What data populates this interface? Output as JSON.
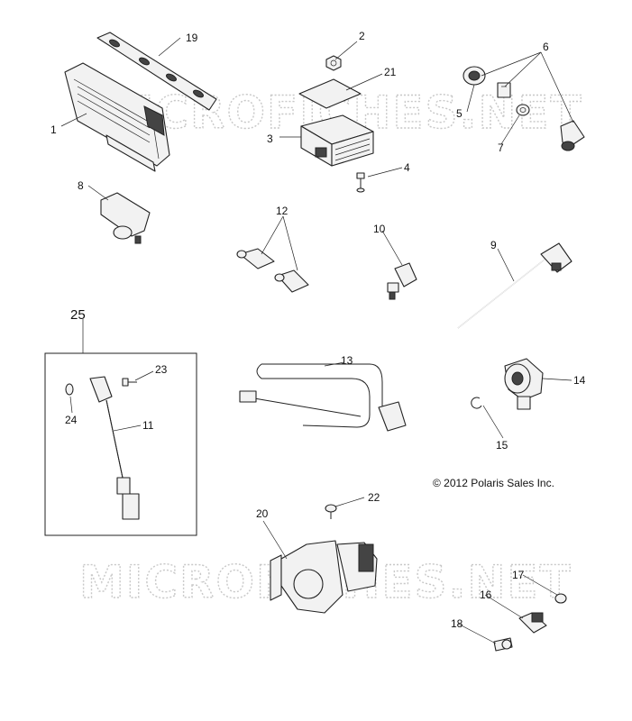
{
  "watermark": "MICROFICHES.NET",
  "copyright": "© 2012 Polaris Sales Inc.",
  "callouts": {
    "c1": "1",
    "c2": "2",
    "c3": "3",
    "c4": "4",
    "c5": "5",
    "c6": "6",
    "c7": "7",
    "c8": "8",
    "c9": "9",
    "c10": "10",
    "c11": "11",
    "c12": "12",
    "c13": "13",
    "c14": "14",
    "c15": "15",
    "c16": "16",
    "c17": "17",
    "c18": "18",
    "c19": "19",
    "c20": "20",
    "c21": "21",
    "c22": "22",
    "c23": "23",
    "c24": "24",
    "c25": "25"
  }
}
